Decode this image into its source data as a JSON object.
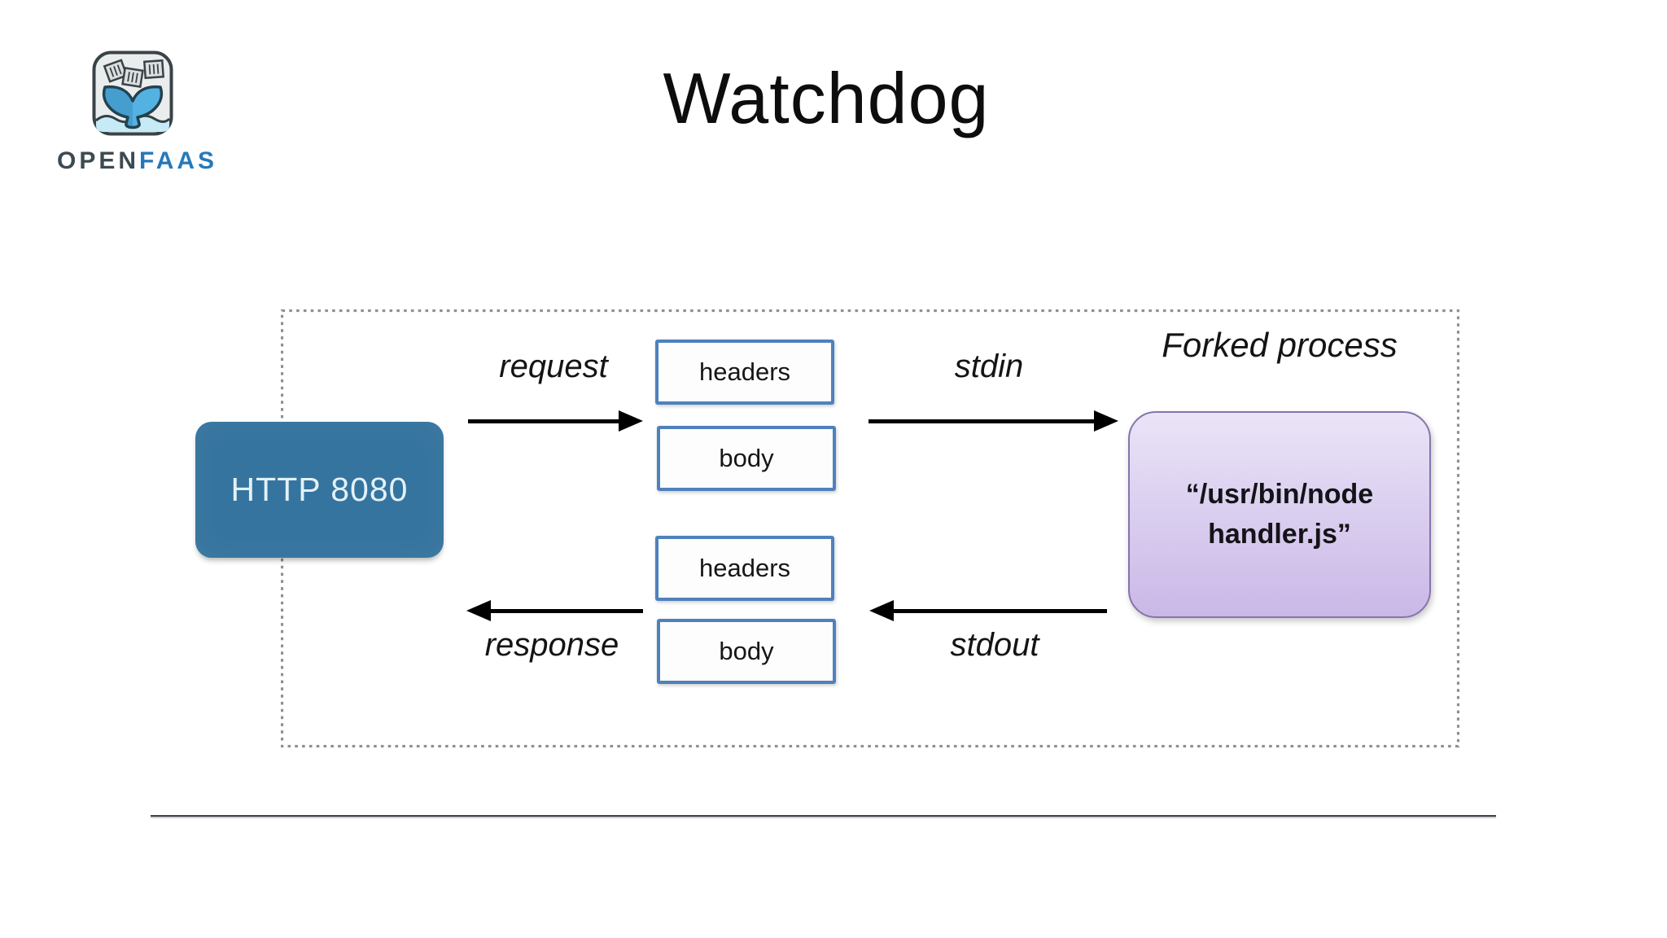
{
  "title": "Watchdog",
  "logo": {
    "word_open": "OPEN",
    "word_faas": "FAAS",
    "icon": "openfaas-whale-containers-icon"
  },
  "diagram": {
    "http_box": {
      "label": "HTTP 8080"
    },
    "io_boxes": {
      "req_headers": "headers",
      "req_body": "body",
      "res_headers": "headers",
      "res_body": "body"
    },
    "labels": {
      "request": "request",
      "stdin": "stdin",
      "response": "response",
      "stdout": "stdout",
      "forked_process": "Forked process"
    },
    "process": {
      "line1": "“/usr/bin/node",
      "line2": "handler.js”"
    }
  },
  "colors": {
    "http-box-bg": "#35749f",
    "http-box-text": "#e3f1f8",
    "box-border": "#4f81bd",
    "purple-top": "#eae4f7",
    "purple-bottom": "#cab8e7",
    "purple-border": "#8674ac",
    "dash-border": "#8f8f8f",
    "arrow": "#000000",
    "title-text": "#0d0d0d",
    "logo-open": "#3d4a51",
    "logo-faas": "#2579ba",
    "rule-line": "#3f3f46"
  }
}
